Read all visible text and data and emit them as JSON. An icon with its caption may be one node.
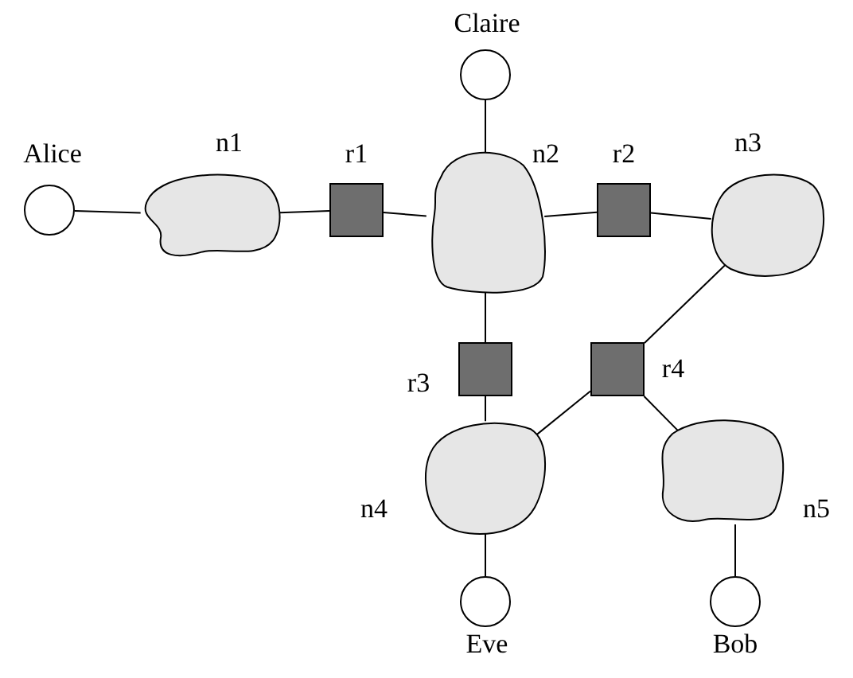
{
  "diagram": {
    "nodes": [
      {
        "text": [
          "Claire"
        ]
      },
      {
        "text": [
          "Alice"
        ]
      },
      {
        "text": [
          "n1"
        ]
      },
      {
        "text": [
          "r1"
        ]
      },
      {
        "text": [
          "n2"
        ]
      },
      {
        "text": [
          "r2"
        ]
      },
      {
        "text": [
          "n3"
        ]
      },
      {
        "text": [
          "r3"
        ]
      },
      {
        "text": [
          "r4"
        ]
      },
      {
        "text": [
          "n4"
        ]
      },
      {
        "text": [
          "n5"
        ]
      },
      {
        "text": [
          "Eve"
        ]
      },
      {
        "text": [
          "Bob"
        ]
      }
    ],
    "edges": [
      {
        "from": 1,
        "to": 2,
        "arrow": "none"
      },
      {
        "from": 2,
        "to": 3,
        "arrow": "none"
      },
      {
        "from": 3,
        "to": 4,
        "arrow": "none"
      },
      {
        "from": 0,
        "to": 4,
        "arrow": "none"
      },
      {
        "from": 4,
        "to": 5,
        "arrow": "none"
      },
      {
        "from": 5,
        "to": 6,
        "arrow": "none"
      },
      {
        "from": 6,
        "to": 8,
        "arrow": "none"
      },
      {
        "from": 4,
        "to": 7,
        "arrow": "none"
      },
      {
        "from": 7,
        "to": 9,
        "arrow": "none"
      },
      {
        "from": 8,
        "to": 9,
        "arrow": "none"
      },
      {
        "from": 8,
        "to": 10,
        "arrow": "none"
      },
      {
        "from": 9,
        "to": 11,
        "arrow": "none"
      },
      {
        "from": 10,
        "to": 12,
        "arrow": "none"
      }
    ]
  }
}
